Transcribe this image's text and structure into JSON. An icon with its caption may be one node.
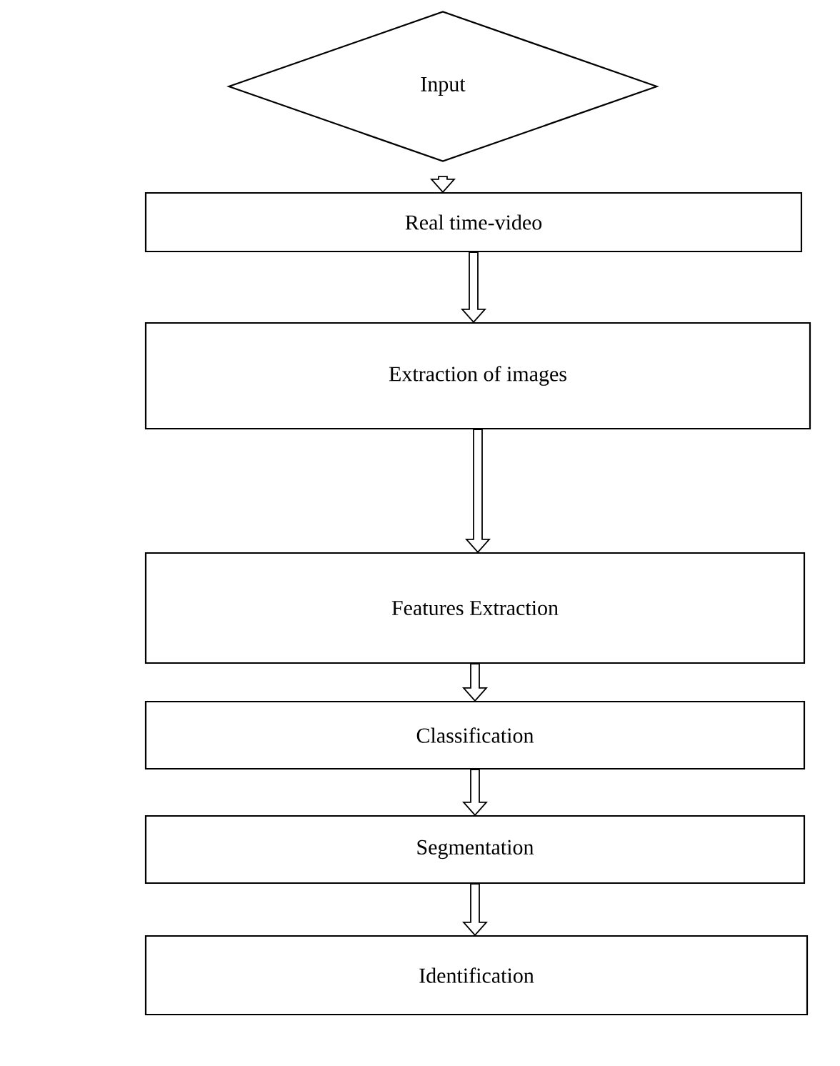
{
  "diagram": {
    "nodes": [
      {
        "text": [
          "Input"
        ]
      },
      {
        "text": [
          "Real time-video"
        ]
      },
      {
        "text": [
          "Extraction of images"
        ]
      },
      {
        "text": [
          "Features  Extraction"
        ]
      },
      {
        "text": [
          "Classification"
        ]
      },
      {
        "text": [
          "Segmentation"
        ]
      },
      {
        "text": [
          "Identification"
        ]
      }
    ],
    "edges": [
      {
        "from": 0,
        "to": 1,
        "arrow": "to"
      },
      {
        "from": 1,
        "to": 2,
        "arrow": "to"
      },
      {
        "from": 2,
        "to": 3,
        "arrow": "to"
      },
      {
        "from": 3,
        "to": 4,
        "arrow": "to"
      },
      {
        "from": 4,
        "to": 5,
        "arrow": "to"
      },
      {
        "from": 5,
        "to": 6,
        "arrow": "to"
      }
    ]
  }
}
